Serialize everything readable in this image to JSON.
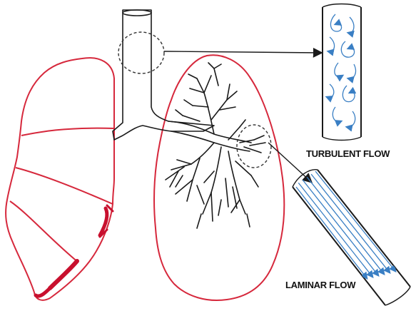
{
  "labels": {
    "turbulent": "TURBULENT FLOW",
    "laminar": "LAMINAR FLOW"
  },
  "colors": {
    "lung_outline": "#d6283c",
    "lung_base_shading": "#c8102e",
    "airway_ink": "#1a1a1a",
    "flow_arrows": "#3a7fc4",
    "callout_circle": "#333333"
  },
  "icons": {
    "turbulent_tube": "tube-with-swirling-arrows",
    "laminar_tube": "tube-with-parallel-arrows"
  }
}
